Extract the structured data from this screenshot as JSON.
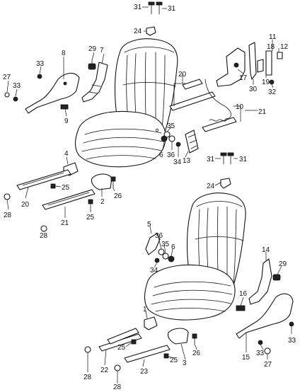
{
  "diagram": {
    "part_numbers": {
      "p1": "1",
      "p2": "2",
      "p3": "3",
      "p4": "4",
      "p5": "5",
      "p6": "6",
      "p7": "7",
      "p8": "8",
      "p9": "9",
      "p10": "10",
      "p11": "11",
      "p12": "12",
      "p13": "13",
      "p14": "14",
      "p15": "15",
      "p16": "16",
      "p17": "17",
      "p18": "18",
      "p19": "19",
      "p20": "20",
      "p21": "21",
      "p22": "22",
      "p23": "23",
      "p24": "24",
      "p25": "25",
      "p26": "26",
      "p27": "27",
      "p28": "28",
      "p29": "29",
      "p30": "30",
      "p31": "31",
      "p32": "32",
      "p33": "33",
      "p34": "34",
      "p35": "35",
      "p36": "36"
    },
    "colors": {
      "line": "#111111",
      "background": "#ffffff"
    }
  }
}
